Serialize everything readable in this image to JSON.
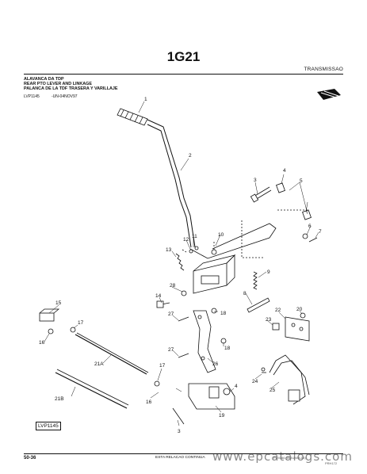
{
  "header": {
    "title": "1G21",
    "section": "TRANSMISSAO",
    "lines": [
      "ALAVANCA DA TDP",
      "REAR PTO LEVER AND LINKAGE",
      "PALANCA DE LA TDF TRASERA Y VARILLAJE"
    ],
    "figure_code": "LVP1145",
    "serial": "-UN-04NOV97"
  },
  "diagram": {
    "callouts": [
      "1",
      "2",
      "3",
      "4",
      "5",
      "6",
      "7",
      "8",
      "9",
      "10",
      "11",
      "12",
      "13",
      "14",
      "15",
      "16",
      "17",
      "17",
      "18",
      "18",
      "19",
      "20",
      "21A",
      "21B",
      "22",
      "23",
      "24",
      "25",
      "26",
      "27",
      "27",
      "28",
      "3",
      "4",
      "16"
    ],
    "figure_box": "LVP1145"
  },
  "footer": {
    "page": "50-36",
    "continues": "ESTA RELACAO CONTINUA",
    "stamp": "PC9386 (09JUN98-04)",
    "stamp2": "PRH172",
    "watermark": "www.epcatalogs.com"
  }
}
